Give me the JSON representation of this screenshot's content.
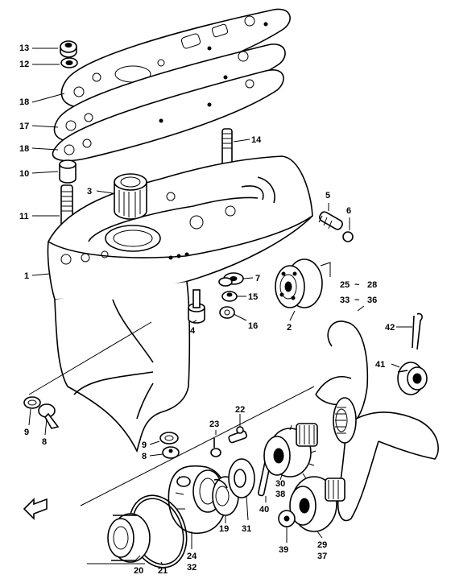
{
  "callouts": {
    "p1": "1",
    "p2": "2",
    "p3": "3",
    "p4": "4",
    "p5": "5",
    "p6": "6",
    "p7": "7",
    "p8a": "8",
    "p8b": "8",
    "p9a": "9",
    "p9b": "9",
    "p10": "10",
    "p11": "11",
    "p12": "12",
    "p13": "13",
    "p14": "14",
    "p15": "15",
    "p16": "16",
    "p17": "17",
    "p18a": "18",
    "p18b": "18",
    "p19": "19",
    "p20": "20",
    "p21": "21",
    "p22": "22",
    "p23": "23",
    "p24": "24",
    "p32": "32",
    "p29": "29",
    "p37": "37",
    "p30": "30",
    "p38": "38",
    "p31": "31",
    "p39": "39",
    "p40": "40",
    "p41": "41",
    "p42": "42",
    "range1_start": "25",
    "range1_end": "28",
    "range2_start": "33",
    "range2_end": "36",
    "tilde": "~"
  },
  "icons": {
    "front_arrow": "arrow-icon"
  }
}
